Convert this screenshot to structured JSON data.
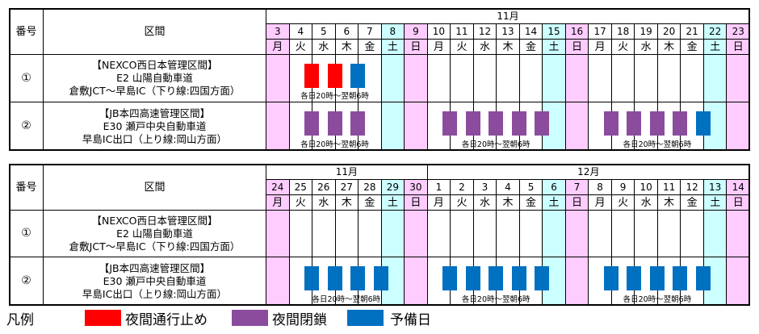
{
  "colors": {
    "holiday": "#ffccff",
    "saturday": "#ccffff",
    "full_closure": "#ff0000",
    "night_closure": "#8b4c9e",
    "reserve": "#0070c0"
  },
  "headers": {
    "num": "番号",
    "section": "区間"
  },
  "tables": [
    {
      "months": [
        {
          "label": "11月",
          "span": 21
        }
      ],
      "days": [
        [
          "3",
          "月",
          "sun"
        ],
        [
          "4",
          "火",
          ""
        ],
        [
          "5",
          "水",
          ""
        ],
        [
          "6",
          "木",
          ""
        ],
        [
          "7",
          "金",
          ""
        ],
        [
          "8",
          "土",
          "sat"
        ],
        [
          "9",
          "日",
          "sun"
        ],
        [
          "10",
          "月",
          ""
        ],
        [
          "11",
          "火",
          ""
        ],
        [
          "12",
          "水",
          ""
        ],
        [
          "13",
          "木",
          ""
        ],
        [
          "14",
          "金",
          ""
        ],
        [
          "15",
          "土",
          "sat"
        ],
        [
          "16",
          "日",
          "sun"
        ],
        [
          "17",
          "月",
          ""
        ],
        [
          "18",
          "火",
          ""
        ],
        [
          "19",
          "水",
          ""
        ],
        [
          "20",
          "木",
          ""
        ],
        [
          "21",
          "金",
          ""
        ],
        [
          "22",
          "土",
          "sat"
        ],
        [
          "23",
          "日",
          "sun"
        ]
      ],
      "rows": [
        {
          "num": "①",
          "lines": [
            "【NEXCO西日本管理区間】",
            "E2 山陽自動車道",
            "倉敷JCT～早島IC（下り線:四国方面）"
          ],
          "bars": [
            {
              "day": "4",
              "kind": "full_closure"
            },
            {
              "day": "5",
              "kind": "full_closure"
            },
            {
              "day": "6",
              "kind": "reserve"
            }
          ],
          "captions": [
            {
              "text": "各日20時～翌朝6時",
              "days": [
                "4",
                "6"
              ]
            }
          ]
        },
        {
          "num": "②",
          "lines": [
            "【JB本四高速管理区間】",
            "E30 瀬戸中央自動車道",
            "早島IC出口（上り線:岡山方面）"
          ],
          "bars": [
            {
              "day": "4",
              "kind": "night_closure"
            },
            {
              "day": "5",
              "kind": "night_closure"
            },
            {
              "day": "6",
              "kind": "night_closure"
            },
            {
              "day": "10",
              "kind": "night_closure"
            },
            {
              "day": "11",
              "kind": "night_closure"
            },
            {
              "day": "12",
              "kind": "night_closure"
            },
            {
              "day": "13",
              "kind": "night_closure"
            },
            {
              "day": "14",
              "kind": "night_closure"
            },
            {
              "day": "17",
              "kind": "night_closure"
            },
            {
              "day": "18",
              "kind": "night_closure"
            },
            {
              "day": "19",
              "kind": "night_closure"
            },
            {
              "day": "20",
              "kind": "night_closure"
            },
            {
              "day": "21",
              "kind": "reserve"
            }
          ],
          "captions": [
            {
              "text": "各日20時～翌朝6時",
              "days": [
                "4",
                "6"
              ]
            },
            {
              "text": "各日20時～翌朝6時",
              "days": [
                "10",
                "14"
              ]
            },
            {
              "text": "各日20時～翌朝6時",
              "days": [
                "17",
                "21"
              ]
            }
          ]
        }
      ]
    },
    {
      "months": [
        {
          "label": "11月",
          "span": 7
        },
        {
          "label": "12月",
          "span": 14
        }
      ],
      "days": [
        [
          "24",
          "月",
          "sun"
        ],
        [
          "25",
          "火",
          ""
        ],
        [
          "26",
          "水",
          ""
        ],
        [
          "27",
          "木",
          ""
        ],
        [
          "28",
          "金",
          ""
        ],
        [
          "29",
          "土",
          "sat"
        ],
        [
          "30",
          "日",
          "sun"
        ],
        [
          "1",
          "月",
          ""
        ],
        [
          "2",
          "火",
          ""
        ],
        [
          "3",
          "水",
          ""
        ],
        [
          "4",
          "木",
          ""
        ],
        [
          "5",
          "金",
          ""
        ],
        [
          "6",
          "土",
          "sat"
        ],
        [
          "7",
          "日",
          "sun"
        ],
        [
          "8",
          "月",
          ""
        ],
        [
          "9",
          "火",
          ""
        ],
        [
          "10",
          "水",
          ""
        ],
        [
          "11",
          "木",
          ""
        ],
        [
          "12",
          "金",
          ""
        ],
        [
          "13",
          "土",
          "sat"
        ],
        [
          "14",
          "日",
          "sun"
        ]
      ],
      "rows": [
        {
          "num": "①",
          "lines": [
            "【NEXCO西日本管理区間】",
            "E2 山陽自動車道",
            "倉敷JCT～早島IC（下り線:四国方面）"
          ],
          "bars": [],
          "captions": []
        },
        {
          "num": "②",
          "lines": [
            "【JB本四高速管理区間】",
            "E30 瀬戸中央自動車道",
            "早島IC出口（上り線:岡山方面）"
          ],
          "bars": [
            {
              "day": "25",
              "kind": "reserve"
            },
            {
              "day": "26",
              "kind": "reserve"
            },
            {
              "day": "27",
              "kind": "reserve"
            },
            {
              "day": "28",
              "kind": "reserve"
            },
            {
              "day": "1",
              "kind": "reserve"
            },
            {
              "day": "2",
              "kind": "reserve"
            },
            {
              "day": "3",
              "kind": "reserve"
            },
            {
              "day": "4",
              "kind": "reserve"
            },
            {
              "day": "5",
              "kind": "reserve"
            },
            {
              "day": "8",
              "kind": "reserve"
            },
            {
              "day": "9",
              "kind": "reserve"
            },
            {
              "day": "10",
              "kind": "reserve"
            },
            {
              "day": "11",
              "kind": "reserve"
            },
            {
              "day": "12",
              "kind": "reserve"
            }
          ],
          "captions": [
            {
              "text": "各日20時～翌朝6時",
              "days": [
                "25",
                "28"
              ]
            },
            {
              "text": "各日20時～翌朝6時",
              "days": [
                "1",
                "5"
              ]
            },
            {
              "text": "各日20時～翌朝6時",
              "days": [
                "8",
                "12"
              ]
            }
          ]
        }
      ]
    }
  ],
  "legend": {
    "title": "凡例",
    "items": [
      {
        "kind": "full_closure",
        "label": "夜間通行止め"
      },
      {
        "kind": "night_closure",
        "label": "夜間閉鎖"
      },
      {
        "kind": "reserve",
        "label": "予備日"
      }
    ]
  }
}
